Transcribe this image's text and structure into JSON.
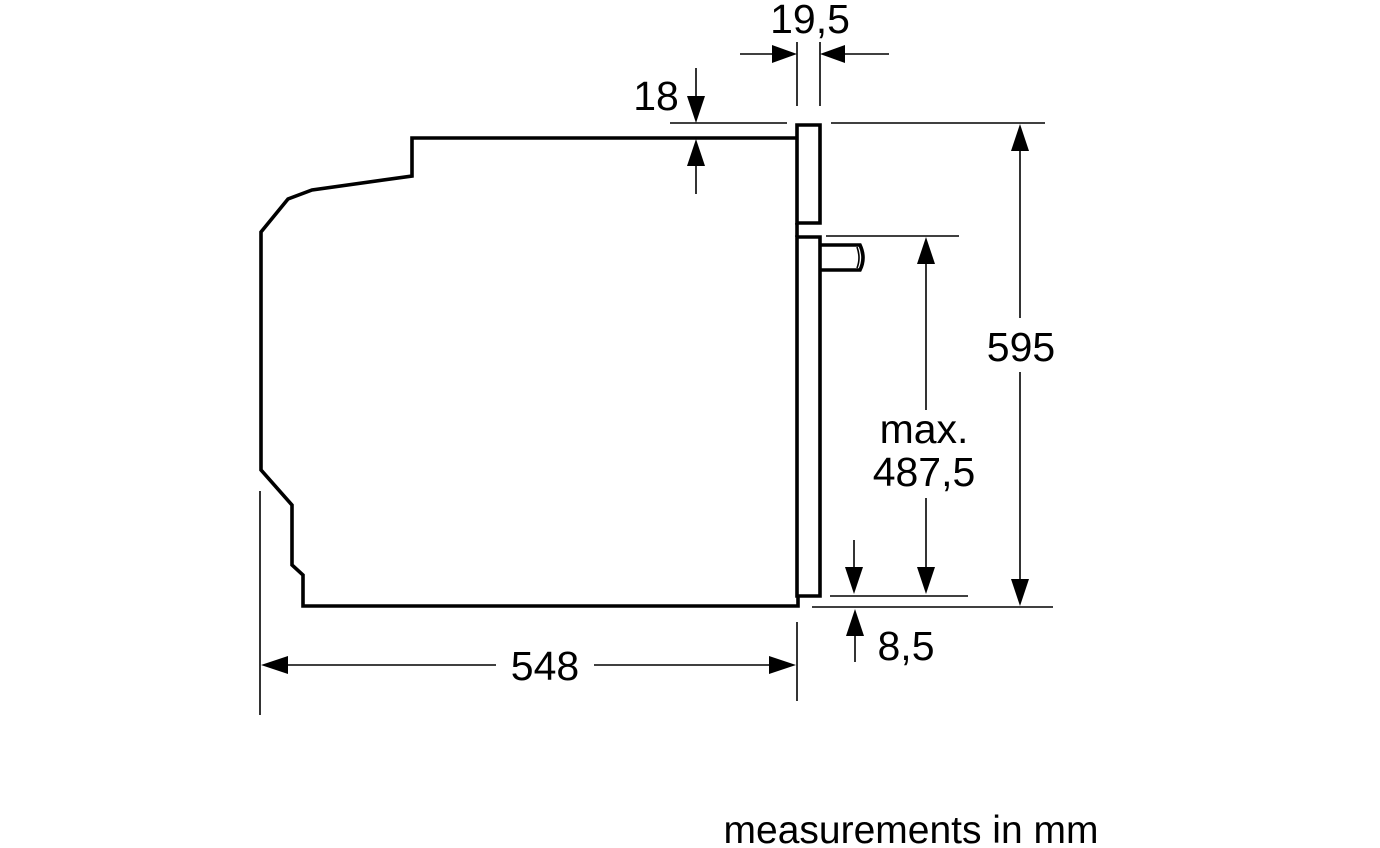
{
  "dimensions": {
    "front_thickness": "19,5",
    "top_offset": "18",
    "total_height": "595",
    "max_height_label": "max.",
    "max_height_value": "487,5",
    "bottom_offset": "8,5",
    "depth": "548"
  },
  "caption": "measurements in mm"
}
